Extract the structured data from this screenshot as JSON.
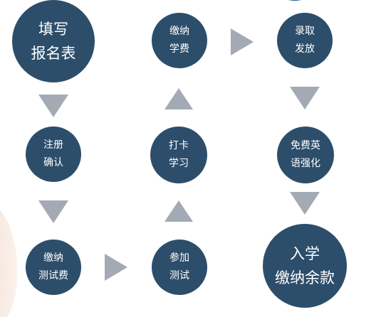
{
  "nodes": {
    "fill_form": [
      "填写",
      "报名表"
    ],
    "confirm_registration": [
      "注册",
      "确认"
    ],
    "pay_test_fee": [
      "缴纳",
      "测试费"
    ],
    "take_test": [
      "参加",
      "测试"
    ],
    "check_in_study": [
      "打卡",
      "学习"
    ],
    "pay_tuition": [
      "缴纳",
      "学费"
    ],
    "admission_issued": [
      "录取",
      "发放"
    ],
    "free_english": [
      "免费英",
      "语强化"
    ],
    "enroll_pay_balance": [
      "入学",
      "缴纳余款"
    ]
  },
  "colors": {
    "node_fill": "#2c4e6b",
    "node_text": "#ffffff",
    "arrow": "#a3aab3",
    "logo_blue": "#1e4f8f"
  },
  "icons": {
    "logo": "university-logo-icon",
    "arrow_down": "triangle-down-icon",
    "arrow_up": "triangle-up-icon",
    "arrow_right": "triangle-right-icon"
  }
}
